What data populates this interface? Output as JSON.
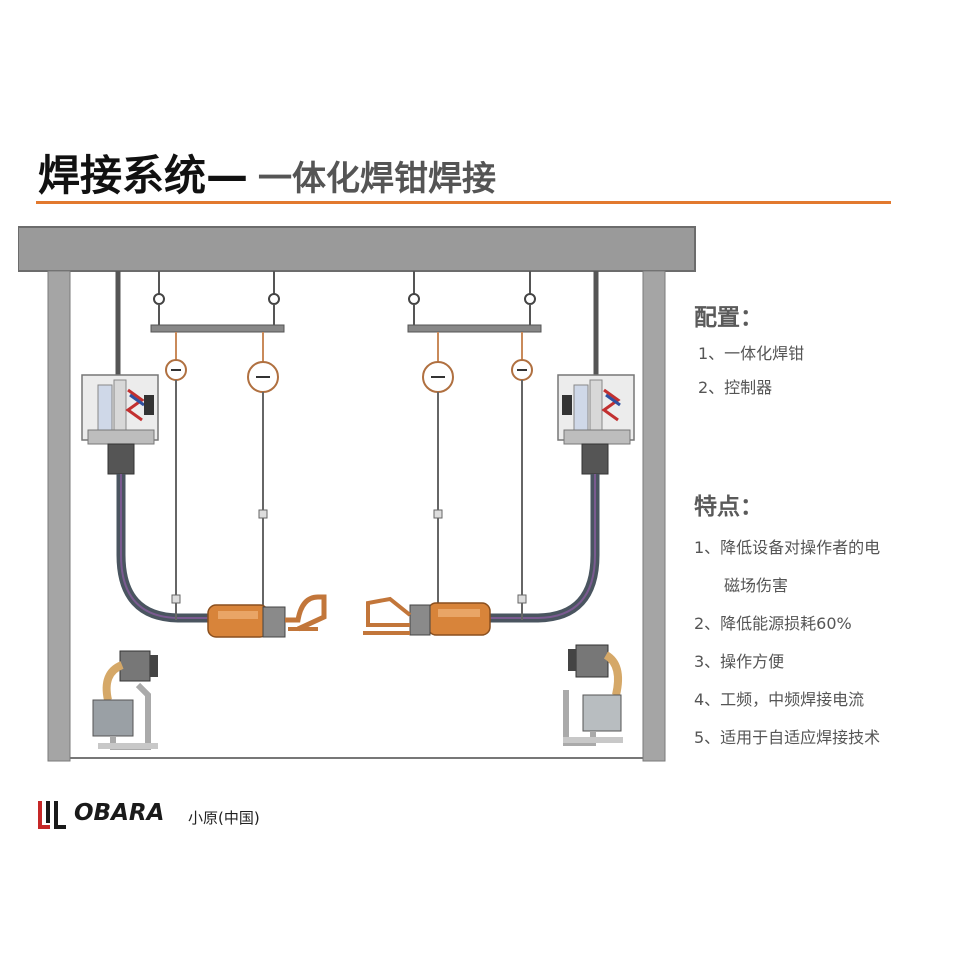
{
  "title": {
    "main": "焊接系统—",
    "sub": "一体化焊钳焊接"
  },
  "config": {
    "heading": "配置：",
    "items": [
      "1、一体化焊钳",
      "2、控制器"
    ]
  },
  "features": {
    "heading": "特点：",
    "items": [
      "1、降低设备对操作者的电",
      "磁场伤害",
      "2、降低能源损耗60%",
      "3、操作方便",
      "4、工频，中频焊接电流",
      "5、适用于自适应焊接技术"
    ]
  },
  "logo": {
    "brand": "OBARA",
    "cn": "小原(中国)"
  },
  "colors": {
    "accent": "#e2792e",
    "beam": "#999999",
    "gun": "#d8843a"
  }
}
